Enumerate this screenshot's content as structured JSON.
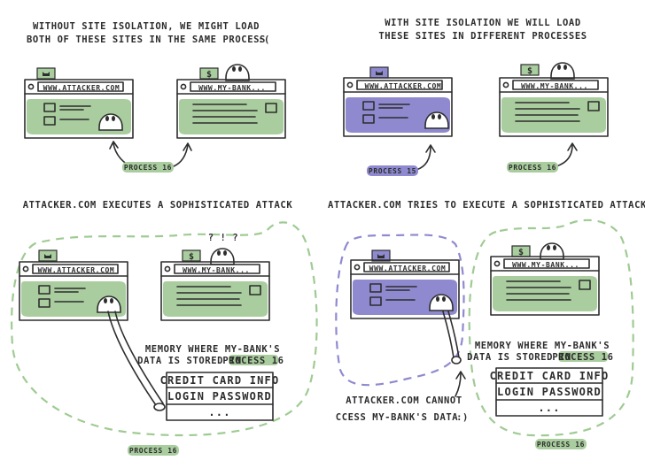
{
  "panels": {
    "top_left": {
      "caption_line1": "Without site isolation, we might load",
      "caption_line2": "both of these sites in the same process",
      "sad_face": ":(",
      "left_url": "www.attacker.com",
      "right_url": "www.my-bank...",
      "process_label": "Process 16"
    },
    "top_right": {
      "caption_line1": "With site isolation we will load",
      "caption_line2": "these sites in different processes",
      "left_url": "www.attacker.com",
      "right_url": "www.my-bank...",
      "left_process_label": "Process 15",
      "right_process_label": "Process 16"
    },
    "bottom_left": {
      "title": "attacker.com executes a sophisticated attack",
      "left_url": "www.attacker.com",
      "right_url": "www.my-bank...",
      "surprise_marks": "? ! ?",
      "memory_caption_line1": "Memory where my-bank's",
      "memory_caption_line2_prefix": "data is stored in",
      "memory_caption_line2_highlight": "Process 16",
      "memory_rows": [
        "Credit card info",
        "Login password",
        "..."
      ],
      "process_label": "Process 16"
    },
    "bottom_right": {
      "title": "attacker.com tries to execute a sophisticated attack",
      "left_url": "www.attacker.com",
      "right_url": "www.my-bank...",
      "memory_caption_line1": "Memory where my-bank's",
      "memory_caption_line2_prefix": "data is stored in",
      "memory_caption_line2_highlight": "Process 16",
      "memory_rows": [
        "Credit card info",
        "Login password",
        "..."
      ],
      "blocked_line1": "attacker.com cannot",
      "blocked_line2": "ccess my-bank's data",
      "blocked_face": ":)",
      "process_label": "Process 16"
    }
  },
  "icons": {
    "attacker_tab": "cat-icon",
    "bank_tab": "dollar-icon",
    "attacker_character": "ghost-icon"
  },
  "colors": {
    "green": "#a9cd9e",
    "purple": "#8f8ad0",
    "ink": "#2d2d2d",
    "dash_green": "#9fcb93",
    "dash_purple": "#8f8ad0"
  }
}
